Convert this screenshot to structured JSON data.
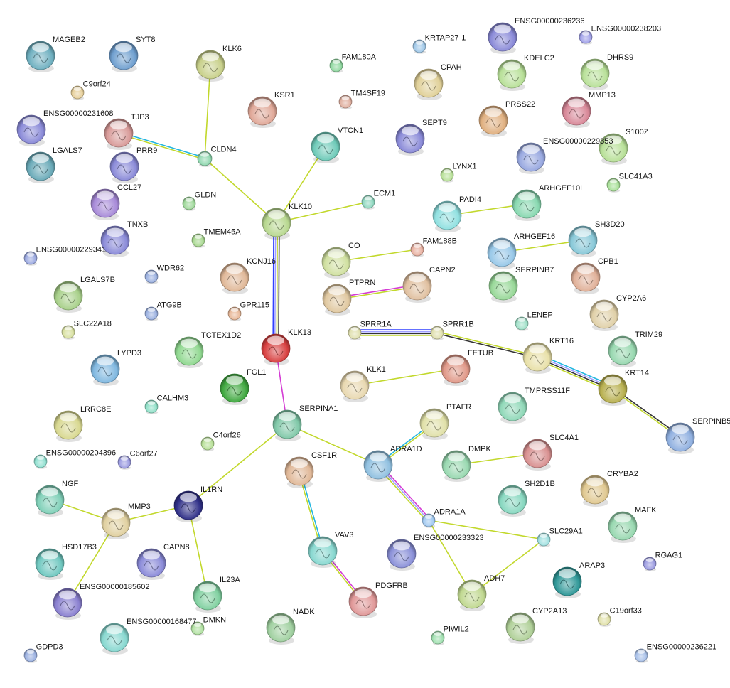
{
  "edge_channel_colors": {
    "textmining": "#c2d82c",
    "coexpression": "#333333",
    "experiments": "#d43cd4",
    "databases": "#22b6e0",
    "homology": "#a0a0ff",
    "cooccurrence": "#3040ff"
  },
  "nodes": [
    {
      "name": "MAGEB2",
      "color": "#6fb0c0"
    },
    {
      "name": "SYT8",
      "color": "#6f9fcf"
    },
    {
      "name": "KLK6",
      "color": "#c8d08a"
    },
    {
      "name": "C9orf24",
      "color": "#e6cf9a"
    },
    {
      "name": "ENSG00000231608",
      "color": "#8a8ad8"
    },
    {
      "name": "TJP3",
      "color": "#d89a98"
    },
    {
      "name": "PRR9",
      "color": "#8a8ad8"
    },
    {
      "name": "LGALS7",
      "color": "#6aaab8"
    },
    {
      "name": "CLDN4",
      "color": "#90d8b0"
    },
    {
      "name": "GLDN",
      "color": "#9fd89a"
    },
    {
      "name": "CCL27",
      "color": "#a78ad8"
    },
    {
      "name": "TNXB",
      "color": "#8a8ad8"
    },
    {
      "name": "ENSG00000229341",
      "color": "#9aa8e0"
    },
    {
      "name": "TMEM45A",
      "color": "#a8d890"
    },
    {
      "name": "KSR1",
      "color": "#e0a898"
    },
    {
      "name": "TM4SF19",
      "color": "#e0b0a0"
    },
    {
      "name": "FAM180A",
      "color": "#90d8a0"
    },
    {
      "name": "VTCN1",
      "color": "#6ecab8"
    },
    {
      "name": "KLK10",
      "color": "#b8d890"
    },
    {
      "name": "ECM1",
      "color": "#90d8c0"
    },
    {
      "name": "KCNJ16",
      "color": "#e0b898"
    },
    {
      "name": "GPR115",
      "color": "#e8b898"
    },
    {
      "name": "KLK13",
      "color": "#d84040"
    },
    {
      "name": "WDR62",
      "color": "#9ab0e0"
    },
    {
      "name": "ATG9B",
      "color": "#9ab0e0"
    },
    {
      "name": "LGALS7B",
      "color": "#a8d08a"
    },
    {
      "name": "SLC22A18",
      "color": "#d8e0a0"
    },
    {
      "name": "TCTEX1D2",
      "color": "#90d890"
    },
    {
      "name": "LYPD3",
      "color": "#80b8e0"
    },
    {
      "name": "FGL1",
      "color": "#40a840"
    },
    {
      "name": "CALHM3",
      "color": "#90e0c8"
    },
    {
      "name": "LRRC8E",
      "color": "#d8d890"
    },
    {
      "name": "C4orf26",
      "color": "#b8e098"
    },
    {
      "name": "ENSG00000204396",
      "color": "#90e0d0"
    },
    {
      "name": "C6orf27",
      "color": "#9a9ae0"
    },
    {
      "name": "SERPINA1",
      "color": "#80c8a8"
    },
    {
      "name": "NGF",
      "color": "#80d0b8"
    },
    {
      "name": "MMP3",
      "color": "#e0d0a0"
    },
    {
      "name": "IL1RN",
      "color": "#303088"
    },
    {
      "name": "HSD17B3",
      "color": "#70c8c0"
    },
    {
      "name": "CAPN8",
      "color": "#8a8ad8"
    },
    {
      "name": "ENSG00000185602",
      "color": "#8a80d0"
    },
    {
      "name": "IL23A",
      "color": "#80d0a0"
    },
    {
      "name": "ENSG00000168477",
      "color": "#88d8d0"
    },
    {
      "name": "DMKN",
      "color": "#b0e0a0"
    },
    {
      "name": "GDPD3",
      "color": "#9ab0e0"
    },
    {
      "name": "NADK",
      "color": "#a0d0a0"
    },
    {
      "name": "CSF1R",
      "color": "#e0b898"
    },
    {
      "name": "VAV3",
      "color": "#88d8d0"
    },
    {
      "name": "PDGFRB",
      "color": "#e09898"
    },
    {
      "name": "ADRA1D",
      "color": "#90c0e0"
    },
    {
      "name": "PTAFR",
      "color": "#e0e0a8"
    },
    {
      "name": "ENSG00000233323",
      "color": "#8a90d8"
    },
    {
      "name": "ADRA1A",
      "color": "#a0c8f0"
    },
    {
      "name": "PIWIL2",
      "color": "#a0e0b0"
    },
    {
      "name": "ADH7",
      "color": "#c0d890"
    },
    {
      "name": "SLC29A1",
      "color": "#a0e0e0"
    },
    {
      "name": "CYP2A13",
      "color": "#b0d098"
    },
    {
      "name": "ARAP3",
      "color": "#309898"
    },
    {
      "name": "RGAG1",
      "color": "#9a9ae0"
    },
    {
      "name": "C19orf33",
      "color": "#e0e0a8"
    },
    {
      "name": "ENSG00000236221",
      "color": "#a8c0e8"
    },
    {
      "name": "KRTAP27-1",
      "color": "#a0c8e8"
    },
    {
      "name": "ENSG00000236236",
      "color": "#8a8ad8"
    },
    {
      "name": "ENSG00000238203",
      "color": "#a0a0e8"
    },
    {
      "name": "CPAH",
      "color": "#e0d098"
    },
    {
      "name": "KDELC2",
      "color": "#b8e098"
    },
    {
      "name": "DHRS9",
      "color": "#b8e098"
    },
    {
      "name": "MMP13",
      "color": "#d88898"
    },
    {
      "name": "PRSS22",
      "color": "#e0b080"
    },
    {
      "name": "SEPT9",
      "color": "#8a8ad8"
    },
    {
      "name": "S100Z",
      "color": "#b8e098"
    },
    {
      "name": "ENSG00000229353",
      "color": "#98a8e0"
    },
    {
      "name": "LYNX1",
      "color": "#b8e098"
    },
    {
      "name": "SLC41A3",
      "color": "#a8e098"
    },
    {
      "name": "PADI4",
      "color": "#90e0e0"
    },
    {
      "name": "ARHGEF10L",
      "color": "#88d8b0"
    },
    {
      "name": "SH3D20",
      "color": "#88c8d8"
    },
    {
      "name": "ARHGEF16",
      "color": "#98c8e8"
    },
    {
      "name": "CO",
      "color": "#d0e0a0"
    },
    {
      "name": "FAM188B",
      "color": "#e8b0a0"
    },
    {
      "name": "PTPRN",
      "color": "#e0c8a0"
    },
    {
      "name": "CAPN2",
      "color": "#e0c0a0"
    },
    {
      "name": "SERPINB7",
      "color": "#98d898"
    },
    {
      "name": "CPB1",
      "color": "#e0b098"
    },
    {
      "name": "CYP2A6",
      "color": "#e0d0a8"
    },
    {
      "name": "LENEP",
      "color": "#a0e0c8"
    },
    {
      "name": "SPRR1A",
      "color": "#e0e0b0"
    },
    {
      "name": "SPRR1B",
      "color": "#e0e0b0"
    },
    {
      "name": "KRT16",
      "color": "#e8e0a8"
    },
    {
      "name": "TRIM29",
      "color": "#98d8b0"
    },
    {
      "name": "KLK1",
      "color": "#e8d8b0"
    },
    {
      "name": "FETUB",
      "color": "#e09888"
    },
    {
      "name": "KRT14",
      "color": "#b8b050"
    },
    {
      "name": "SERPINB5",
      "color": "#90b0e0"
    },
    {
      "name": "TMPRSS11F",
      "color": "#90d8b8"
    },
    {
      "name": "SLC4A1",
      "color": "#d89090"
    },
    {
      "name": "DMPK",
      "color": "#98d8b0"
    },
    {
      "name": "SH2D1B",
      "color": "#88d8c0"
    },
    {
      "name": "CRYBA2",
      "color": "#e0c890"
    },
    {
      "name": "MAFK",
      "color": "#98d8b0"
    }
  ],
  "edges": [
    {
      "a": "KLK6",
      "b": "CLDN4",
      "channels": [
        "textmining"
      ]
    },
    {
      "a": "TJP3",
      "b": "CLDN4",
      "channels": [
        "databases",
        "textmining"
      ]
    },
    {
      "a": "CLDN4",
      "b": "KLK10",
      "channels": [
        "textmining"
      ]
    },
    {
      "a": "VTCN1",
      "b": "KLK10",
      "channels": [
        "textmining"
      ]
    },
    {
      "a": "ECM1",
      "b": "KLK10",
      "channels": [
        "textmining"
      ]
    },
    {
      "a": "KLK10",
      "b": "KLK13",
      "channels": [
        "coexpression",
        "textmining",
        "homology",
        "cooccurrence"
      ]
    },
    {
      "a": "KLK13",
      "b": "SERPINA1",
      "channels": [
        "experiments"
      ]
    },
    {
      "a": "SERPINA1",
      "b": "IL1RN",
      "channels": [
        "textmining"
      ]
    },
    {
      "a": "SERPINA1",
      "b": "ADRA1D",
      "channels": [
        "textmining"
      ]
    },
    {
      "a": "IL1RN",
      "b": "MMP3",
      "channels": [
        "textmining"
      ]
    },
    {
      "a": "MMP3",
      "b": "NGF",
      "channels": [
        "textmining"
      ]
    },
    {
      "a": "MMP3",
      "b": "ENSG00000185602",
      "channels": [
        "textmining"
      ]
    },
    {
      "a": "IL1RN",
      "b": "IL23A",
      "channels": [
        "textmining"
      ]
    },
    {
      "a": "CSF1R",
      "b": "VAV3",
      "channels": [
        "databases",
        "textmining"
      ]
    },
    {
      "a": "VAV3",
      "b": "PDGFRB",
      "channels": [
        "experiments",
        "textmining"
      ]
    },
    {
      "a": "ADRA1D",
      "b": "PTAFR",
      "channels": [
        "databases",
        "textmining"
      ]
    },
    {
      "a": "ADRA1D",
      "b": "ADRA1A",
      "channels": [
        "experiments",
        "homology",
        "textmining"
      ]
    },
    {
      "a": "ADRA1A",
      "b": "SLC29A1",
      "channels": [
        "textmining"
      ]
    },
    {
      "a": "ADRA1A",
      "b": "ADH7",
      "channels": [
        "textmining"
      ]
    },
    {
      "a": "ADH7",
      "b": "SLC29A1",
      "channels": [
        "textmining"
      ]
    },
    {
      "a": "CO",
      "b": "FAM188B",
      "channels": [
        "textmining"
      ]
    },
    {
      "a": "PTPRN",
      "b": "CAPN2",
      "channels": [
        "experiments",
        "textmining"
      ]
    },
    {
      "a": "PADI4",
      "b": "ARHGEF10L",
      "channels": [
        "textmining"
      ]
    },
    {
      "a": "ARHGEF16",
      "b": "SH3D20",
      "channels": [
        "textmining"
      ]
    },
    {
      "a": "KLK1",
      "b": "FETUB",
      "channels": [
        "textmining"
      ]
    },
    {
      "a": "DMPK",
      "b": "SLC4A1",
      "channels": [
        "textmining"
      ]
    },
    {
      "a": "SPRR1A",
      "b": "SPRR1B",
      "channels": [
        "cooccurrence",
        "homology",
        "coexpression",
        "textmining"
      ]
    },
    {
      "a": "SPRR1B",
      "b": "KRT16",
      "channels": [
        "textmining",
        "coexpression"
      ]
    },
    {
      "a": "KRT16",
      "b": "KRT14",
      "channels": [
        "databases",
        "homology",
        "coexpression",
        "textmining"
      ]
    },
    {
      "a": "KRT14",
      "b": "SERPINB5",
      "channels": [
        "coexpression",
        "textmining"
      ]
    }
  ]
}
